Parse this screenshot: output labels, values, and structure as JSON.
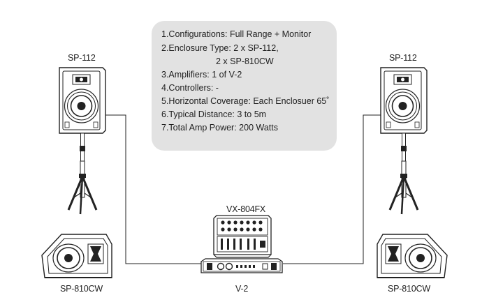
{
  "specs": {
    "line1": "1.Configurations: Full Range + Monitor",
    "line2": "2.Enclosure Type: 2 x SP-112,",
    "line3": "2 x SP-810CW",
    "line4": "3.Amplifiers: 1 of V-2",
    "line5": "4.Controllers: -",
    "line6": "5.Horizontal Coverage: Each Enclosuer 65˚",
    "line7": "6.Typical Distance: 3 to 5m",
    "line8": "7.Total Amp Power: 200 Watts"
  },
  "labels": {
    "speaker_left_top": "SP-112",
    "speaker_right_top": "SP-112",
    "monitor_left": "SP-810CW",
    "monitor_right": "SP-810CW",
    "mixer": "VX-804FX",
    "amplifier": "V-2"
  },
  "icons": [
    "full-range-speaker-icon",
    "tripod-stand-icon",
    "floor-monitor-icon",
    "mixer-icon",
    "power-amplifier-icon"
  ],
  "colors": {
    "box_fill": "#e2e2e2",
    "line": "#222222"
  }
}
